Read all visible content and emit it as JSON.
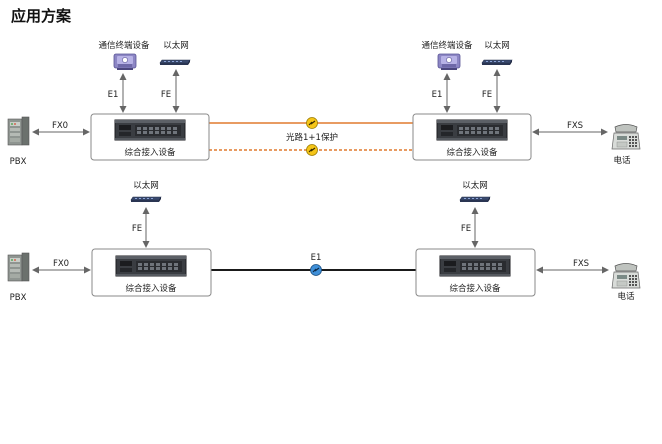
{
  "title": "应用方案",
  "labels": {
    "fx0": "FX0",
    "fxs": "FXS",
    "e1": "E1",
    "fe": "FE",
    "pbx": "PBX",
    "phone": "电话",
    "terminal": "通信终端设备",
    "ethernet": "以太网",
    "access_device": "综合接入设备",
    "protection": "光路1+1保护",
    "e1_link": "E1"
  },
  "colors": {
    "fiber_line": "#e07a2e",
    "e1_line": "#1a1a1a",
    "arrow": "#666666",
    "box_border": "#8a8a8a"
  },
  "icons": {
    "pbx": "pbx-cabinet-icon",
    "phone": "telephone-icon",
    "terminal": "communication-terminal-icon",
    "ethernet": "ethernet-switch-icon",
    "access_device": "rack-device-icon",
    "fiber_connector": "fiber-connector-icon",
    "e1_connector": "e1-connector-icon"
  }
}
